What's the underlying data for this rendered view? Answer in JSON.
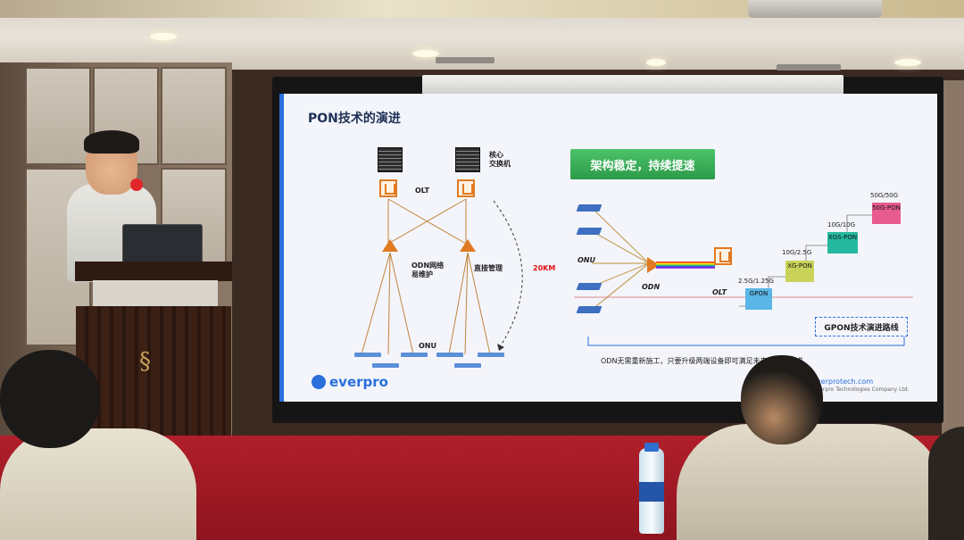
{
  "slide": {
    "title": "PON技术的演进",
    "banner": "架构稳定，持续提速",
    "left": {
      "core_switch": "核心\n交换机",
      "olt": "OLT",
      "odn_maintenance": "ODN网络\n易维护",
      "direct_manage": "直接管理",
      "distance": "20KM",
      "onu": "ONU"
    },
    "right": {
      "onu": "ONU",
      "odn": "ODN",
      "olt": "OLT",
      "speeds": [
        {
          "rate": "2.5G/1.25G",
          "name": "GPON"
        },
        {
          "rate": "10G/2.5G",
          "name": "XG-PON"
        },
        {
          "rate": "10G/10G",
          "name": "XGS-PON"
        },
        {
          "rate": "50G/50G",
          "name": "50G-PON"
        }
      ],
      "roadmap": "GPON技术演进路线",
      "caption": "ODN无需重新施工，只要升级两端设备即可满足未来大带宽要求"
    },
    "logo": "everpro",
    "website": "everprotech.com",
    "company": "Everpro Technologies Company Ltd."
  },
  "colors": {
    "accent": "#2a6edc",
    "banner_green": "#3aae58",
    "carpet_red": "#a51b26",
    "orange": "#e07a22"
  }
}
